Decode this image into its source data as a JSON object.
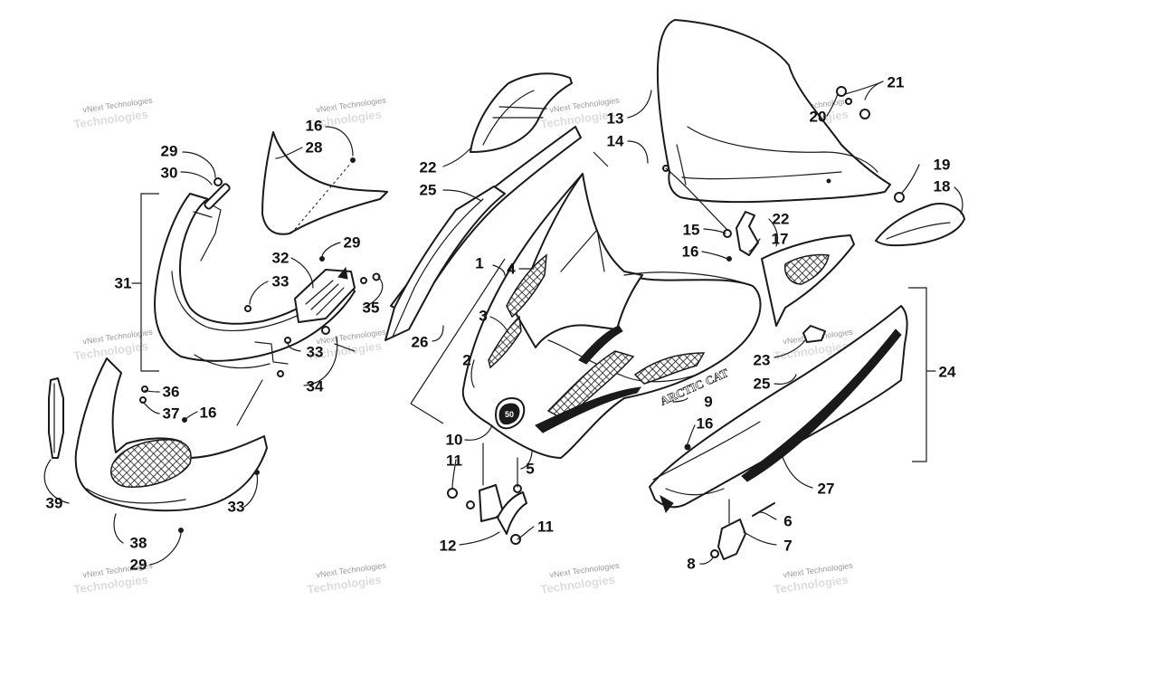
{
  "watermark": {
    "line1": "vNext Technologies",
    "line2": "Technologies"
  },
  "hood_brand": "ARCTIC CAT",
  "emblem": "50",
  "callouts": [
    "1",
    "2",
    "3",
    "4",
    "5",
    "6",
    "7",
    "8",
    "9",
    "10",
    "11",
    "11",
    "12",
    "13",
    "14",
    "15",
    "16",
    "16",
    "16",
    "16",
    "17",
    "18",
    "19",
    "20",
    "21",
    "22",
    "22",
    "23",
    "24",
    "25",
    "25",
    "26",
    "27",
    "28",
    "29",
    "29",
    "29",
    "30",
    "31",
    "32",
    "33",
    "33",
    "33",
    "34",
    "35",
    "36",
    "37",
    "38",
    "39"
  ]
}
